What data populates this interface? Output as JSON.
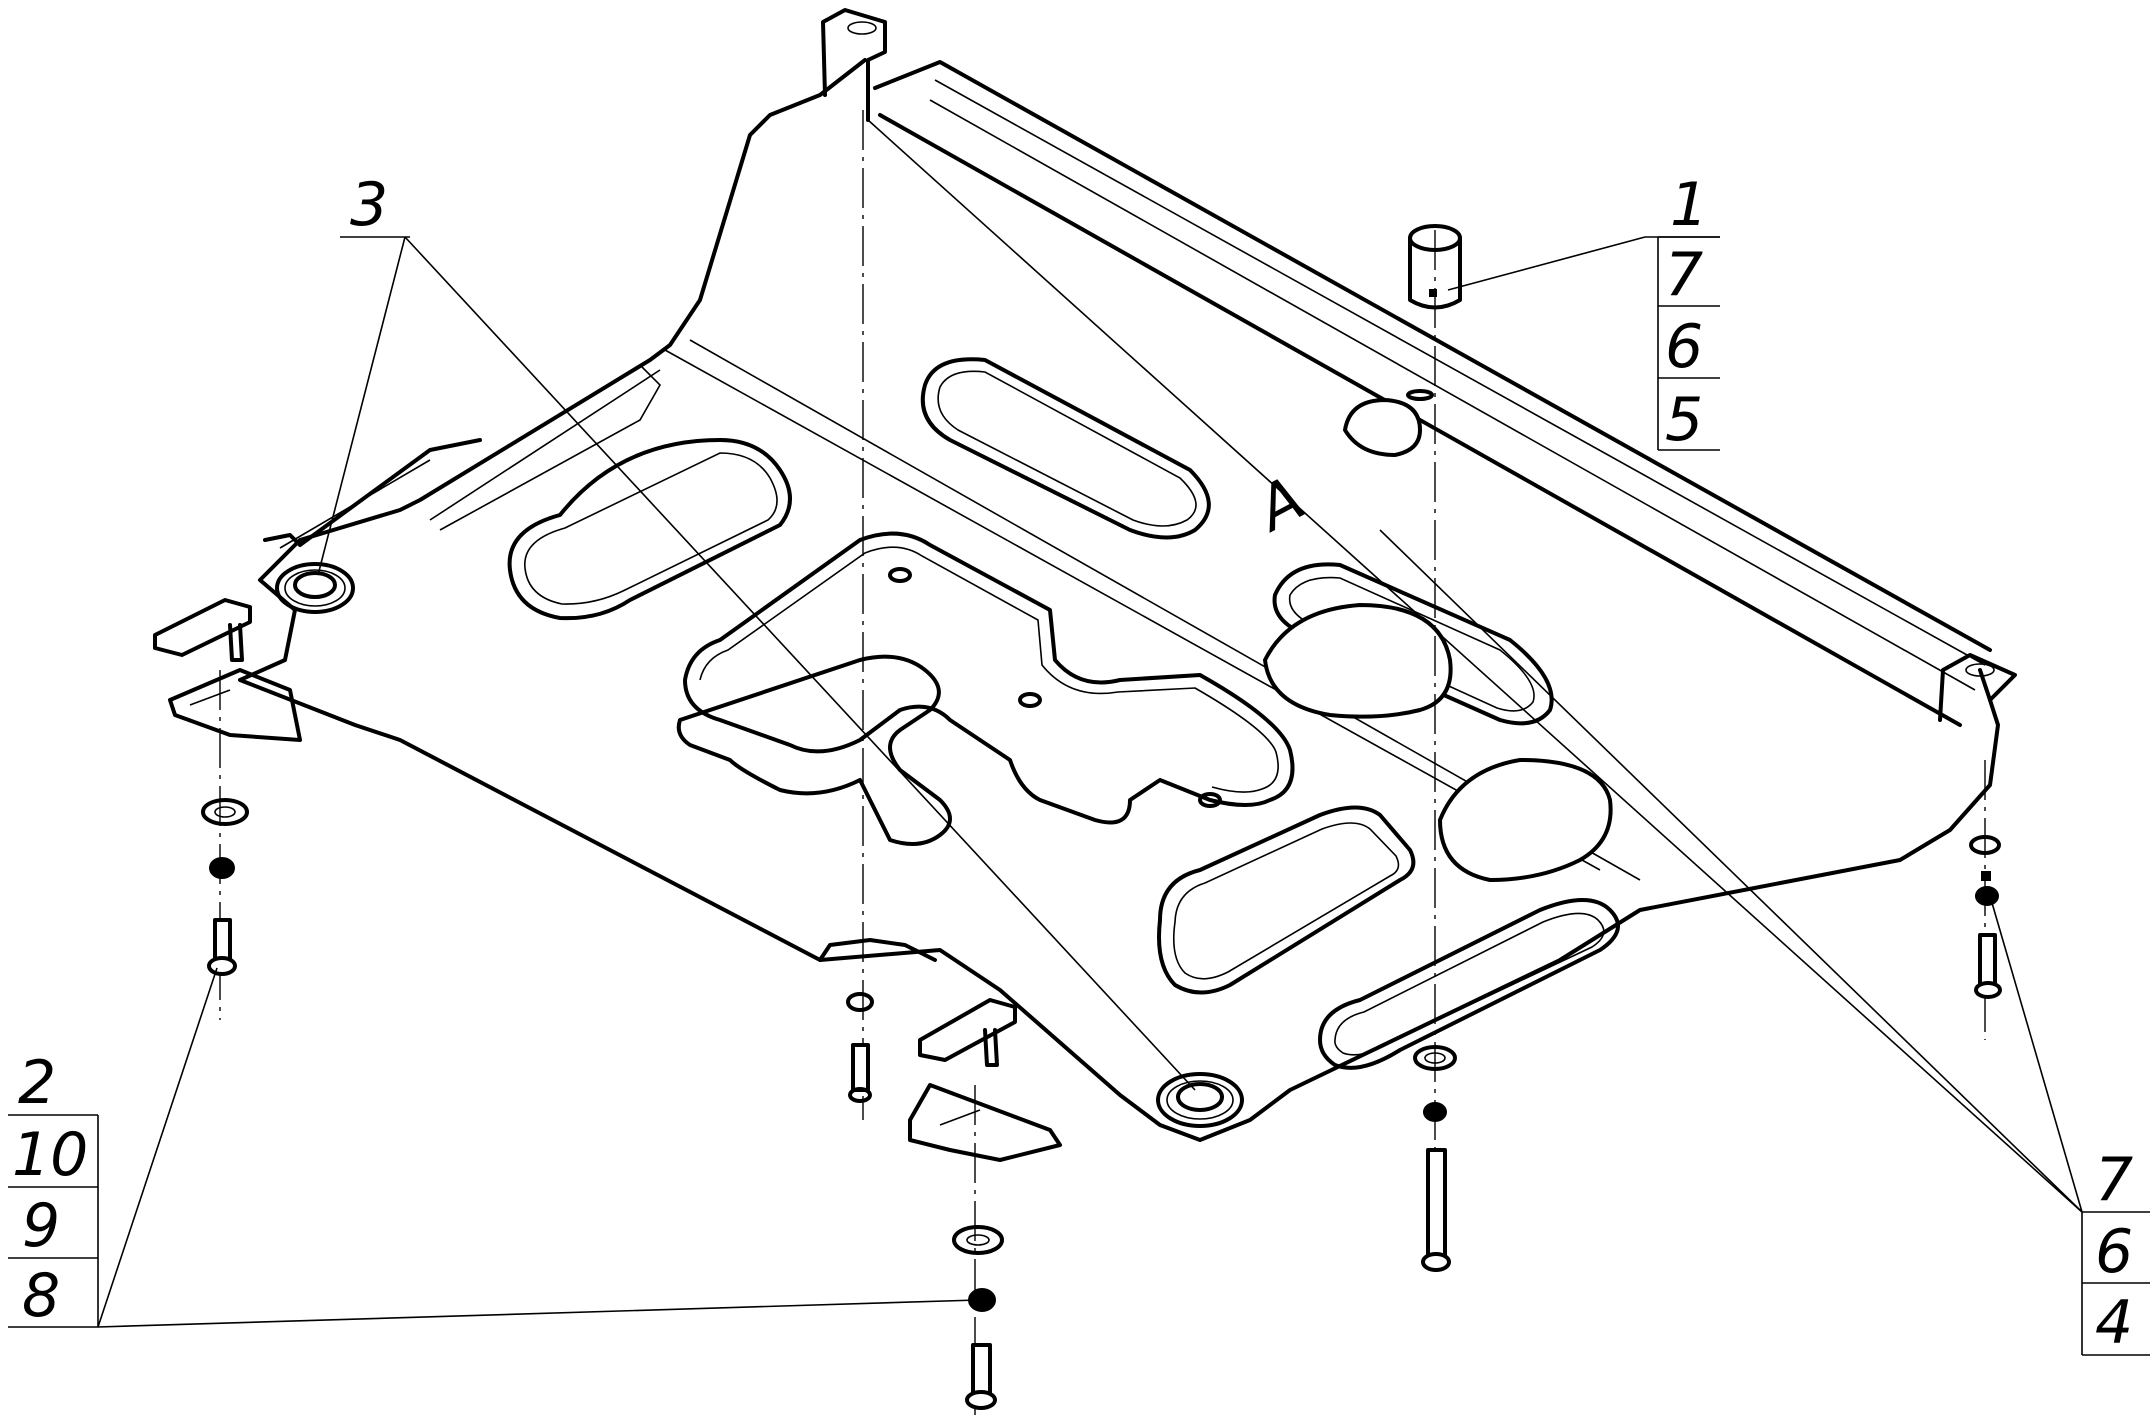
{
  "callouts": {
    "top_right": [
      "1",
      "7",
      "6",
      "5"
    ],
    "left": [
      "3"
    ],
    "bottom_left": [
      "2",
      "10",
      "9",
      "8"
    ],
    "bottom_right": [
      "7",
      "6",
      "4"
    ]
  },
  "view_marker": "A"
}
